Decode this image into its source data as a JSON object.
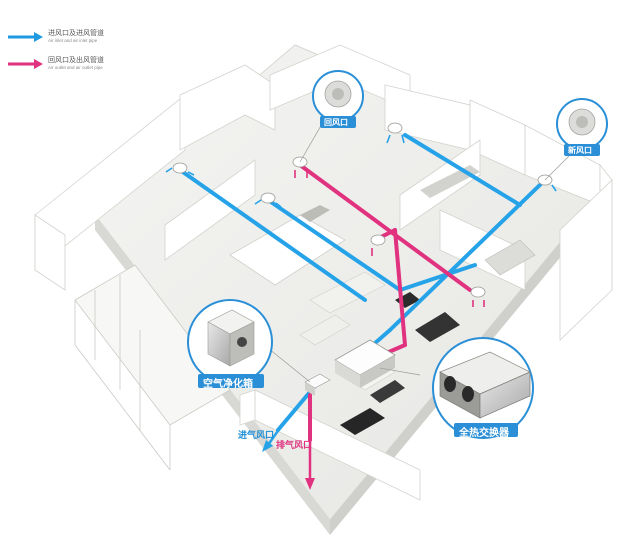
{
  "legend": {
    "inlet": {
      "zh": "进风口及进风管道",
      "en": "Air inlet and air inlet pipe",
      "color": "#1f9ae0"
    },
    "outlet": {
      "zh": "回风口及出风管道",
      "en": "Air outlet and air outlet pipe",
      "color": "#e0327f"
    }
  },
  "labels": {
    "return_vent": "回风口",
    "fresh_vent": "新风口",
    "purifier": "空气净化箱",
    "exchanger": "全热交换器",
    "intake_port": "进气风口",
    "exhaust_port": "排气风口"
  },
  "colors": {
    "supply_pipe": "#26a3e8",
    "exhaust_pipe": "#e0327f",
    "callout_ring": "#2a8fd6",
    "label_bg": "#2a8fd6"
  }
}
